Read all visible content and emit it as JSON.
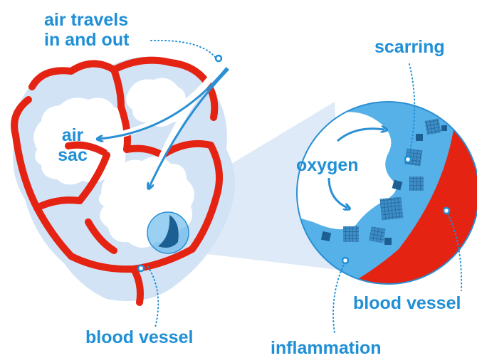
{
  "labels": {
    "air_travels": [
      "air travels",
      "in and out"
    ],
    "air_sac": [
      "air",
      "sac"
    ],
    "blood_vessel_left": "blood vessel",
    "scarring": "scarring",
    "oxygen": "oxygen",
    "blood_vessel_right": "blood vessel",
    "inflammation": "inflammation"
  },
  "colors": {
    "label_blue": "#1f8fd6",
    "vessel_red": "#e42313",
    "tissue_light": "#d3e3f6",
    "zoom_blue": "#56b1e9",
    "scar_dark": "#1c5f93",
    "arrow_blue": "#2a8fd3"
  }
}
